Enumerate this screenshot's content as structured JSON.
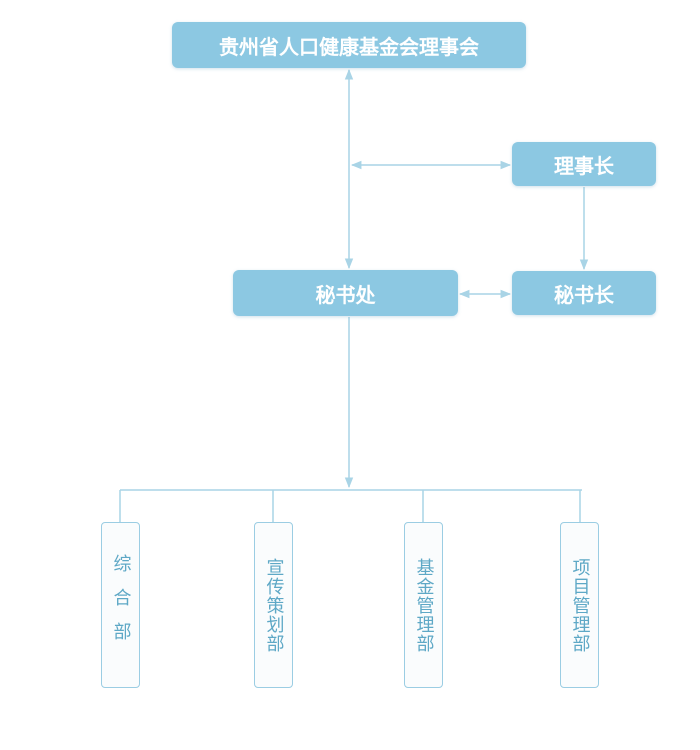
{
  "nodes": {
    "board": "贵州省人口健康基金会理事会",
    "chairman": "理事长",
    "secretariat": "秘书处",
    "secretary_general": "秘书长"
  },
  "departments": [
    "综合部",
    "宣传策划部",
    "基金管理部",
    "项目管理部"
  ],
  "colors": {
    "box_fill": "#8cc8e2",
    "line": "#a9d4e6",
    "dept_text": "#5ea8c6"
  }
}
